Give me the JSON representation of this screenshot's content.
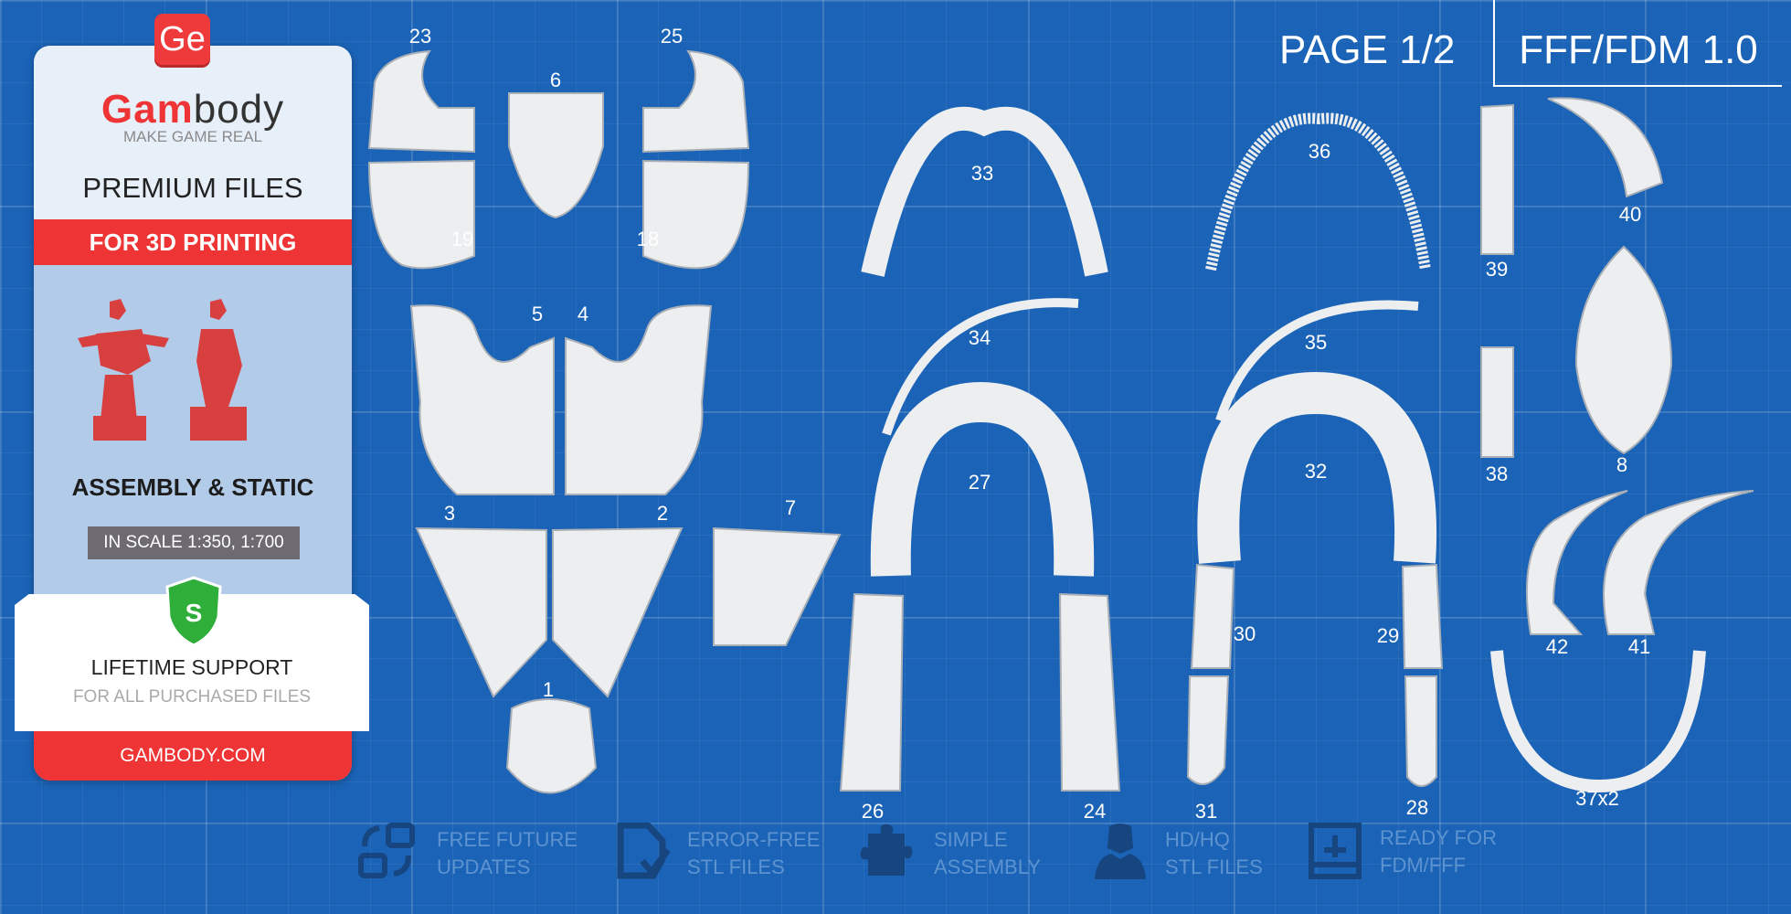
{
  "brand": {
    "logo_badge": "Ge",
    "name_red": "Gam",
    "name_dark": "body",
    "tagline": "MAKE GAME REAL"
  },
  "card": {
    "premium": "PREMIUM FILES",
    "printing": "FOR 3D PRINTING",
    "type": "ASSEMBLY & STATIC",
    "scale": "IN SCALE 1:350, 1:700",
    "shield_letter": "S",
    "support": "LIFETIME SUPPORT",
    "support_sub": "FOR ALL PURCHASED FILES",
    "site": "GAMBODY.COM"
  },
  "header": {
    "page": "PAGE 1/2",
    "format": "FFF/FDM 1.0"
  },
  "parts": [
    "23",
    "25",
    "6",
    "19",
    "18",
    "5",
    "4",
    "3",
    "2",
    "7",
    "1",
    "33",
    "36",
    "39",
    "40",
    "34",
    "35",
    "27",
    "32",
    "38",
    "8",
    "30",
    "29",
    "42",
    "41",
    "26",
    "24",
    "31",
    "28",
    "37x2"
  ],
  "features": [
    {
      "icon": "refresh-icon",
      "line1": "FREE FUTURE",
      "line2": "UPDATES"
    },
    {
      "icon": "file-check-icon",
      "line1": "ERROR-FREE",
      "line2": "STL FILES"
    },
    {
      "icon": "puzzle-icon",
      "line1": "SIMPLE",
      "line2": "ASSEMBLY"
    },
    {
      "icon": "figure-icon",
      "line1": "HD/HQ",
      "line2": "STL FILES"
    },
    {
      "icon": "printer-icon",
      "line1": "READY FOR",
      "line2": "FDM/FFF"
    }
  ],
  "colors": {
    "background": "#1b63b6",
    "accent": "#ee3434"
  }
}
